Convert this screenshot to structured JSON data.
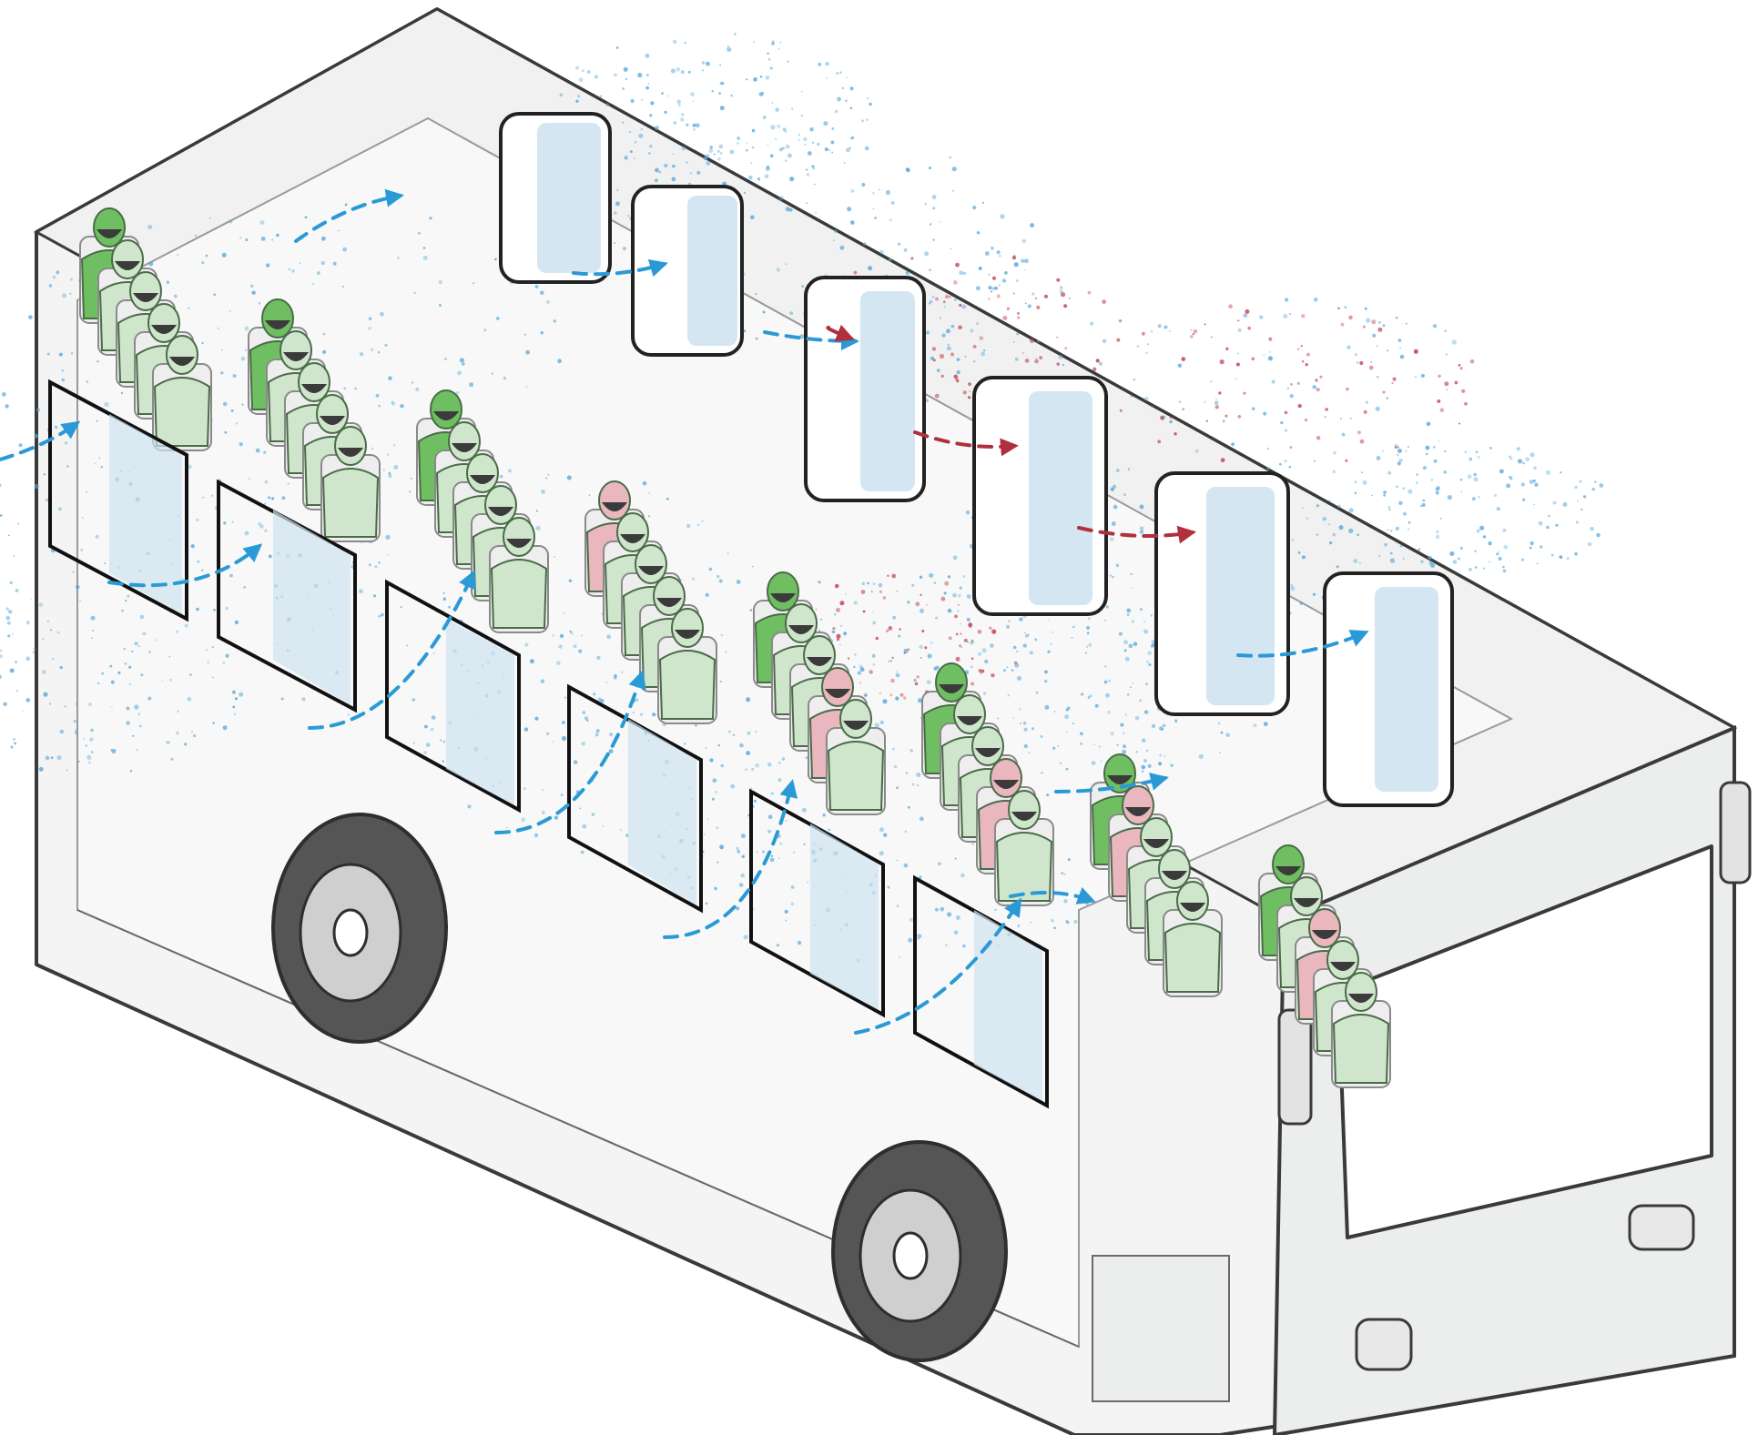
{
  "illustration": {
    "subject": "bus-ventilation-aerosol-diagram",
    "passenger_grid": {
      "rows": 5,
      "columns": 8
    },
    "infected_passengers": [
      [
        1,
        4
      ],
      [
        1,
        5
      ],
      [
        3,
        6
      ],
      [
        2,
        7
      ],
      [
        4,
        3
      ]
    ],
    "open_windows_side": 6,
    "open_windows_roof": 6,
    "airflow_arrows_clean": 12,
    "airflow_arrows_contaminated": 3
  },
  "colors": {
    "background": "#ffffff",
    "bus_body": "#f3f4f3",
    "bus_outline": "#3a3a3a",
    "interior": "#f7f8f7",
    "passenger_healthy": "#cfe6cc",
    "passenger_healthy_dark": "#6fbf62",
    "passenger_infected": "#e9b7bd",
    "mask": "#3b3b3b",
    "window_glass": "#cfe3ef",
    "airflow_clean": "#2a9ad6",
    "airflow_contaminated": "#b0303e",
    "aerosol_clean": "#59a9dc",
    "aerosol_contaminated": "#c0404f",
    "tire": "#555555",
    "rim": "#cfcfcf"
  }
}
